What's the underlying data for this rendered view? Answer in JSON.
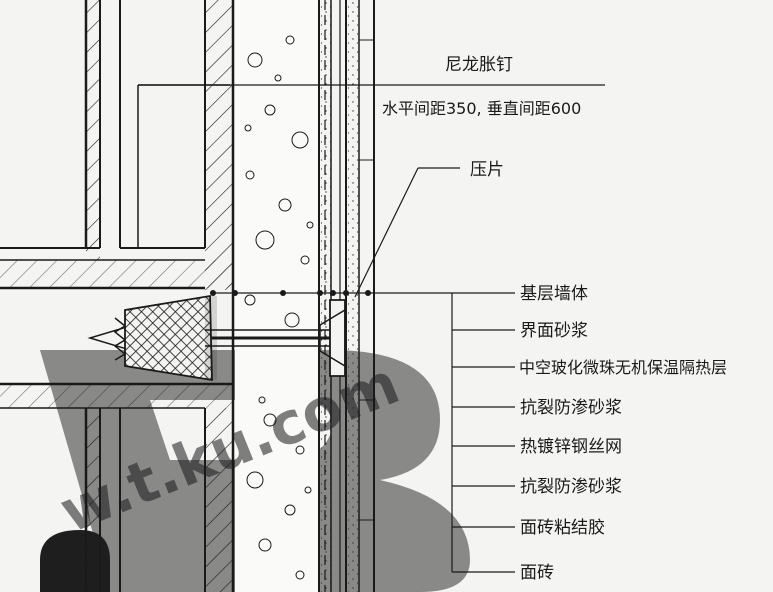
{
  "diagram": {
    "labels": {
      "anchor": "尼龙胀钉",
      "anchor_spacing": "水平间距350, 垂直间距600",
      "clamp": "压片",
      "layers": [
        "基层墙体",
        "界面砂浆",
        "中空玻化微珠无机保温隔热层",
        "抗裂防渗砂浆",
        "热镀锌钢丝网",
        "抗裂防渗砂浆",
        "面砖粘结胶",
        "面砖"
      ]
    },
    "watermark": {
      "text": "w.t.ku.com",
      "color": "#c81e1e",
      "large_letter_color": "#6a6a6a"
    },
    "colors": {
      "line": "#1a1a1a",
      "paper": "#f4f4f2",
      "insulation_fill": "#fafaf8",
      "concrete_fill": "#ecece8"
    }
  }
}
